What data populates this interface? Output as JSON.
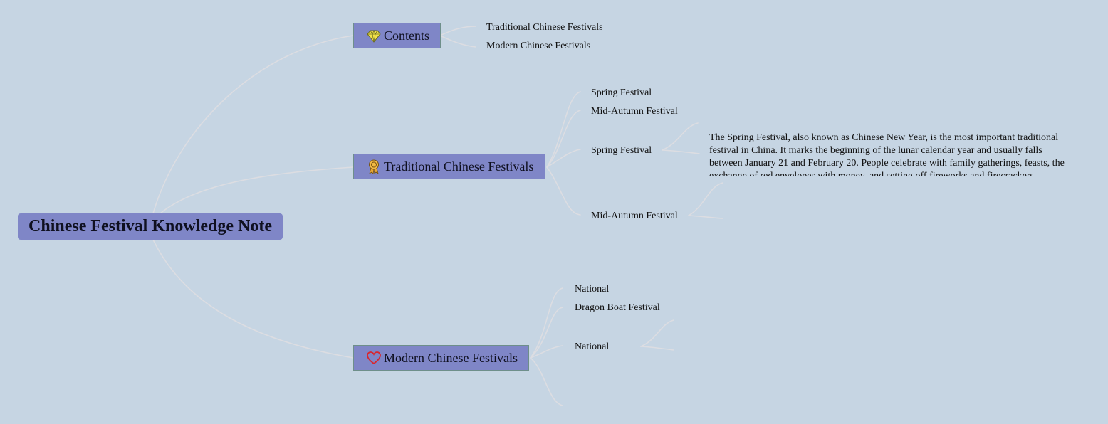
{
  "colors": {
    "background": "#c6d5e3",
    "node_fill": "#7f86c7",
    "connector": "#dcdde2"
  },
  "root": {
    "label": "Chinese Festival Knowledge Note"
  },
  "branches": [
    {
      "label": "Contents",
      "icon": "diamond-icon",
      "children": [
        "Traditional Chinese Festivals",
        "Modern Chinese Festivals"
      ]
    },
    {
      "label": "Traditional Chinese Festivals",
      "icon": "award-ribbon-icon",
      "children": [
        "Spring Festival",
        "Mid-Autumn Festival",
        "Spring Festival",
        "Mid-Autumn Festival"
      ],
      "description": "The Spring Festival, also known as Chinese New Year, is the most important traditional festival in China. It marks the beginning of the lunar calendar year and usually falls between January 21 and February 20. People celebrate with family gatherings, feasts, the exchange of red envelopes with money, and setting off fireworks and firecrackers."
    },
    {
      "label": "Modern Chinese Festivals",
      "icon": "heart-icon",
      "children": [
        "National",
        "Dragon Boat Festival",
        "National"
      ]
    }
  ]
}
